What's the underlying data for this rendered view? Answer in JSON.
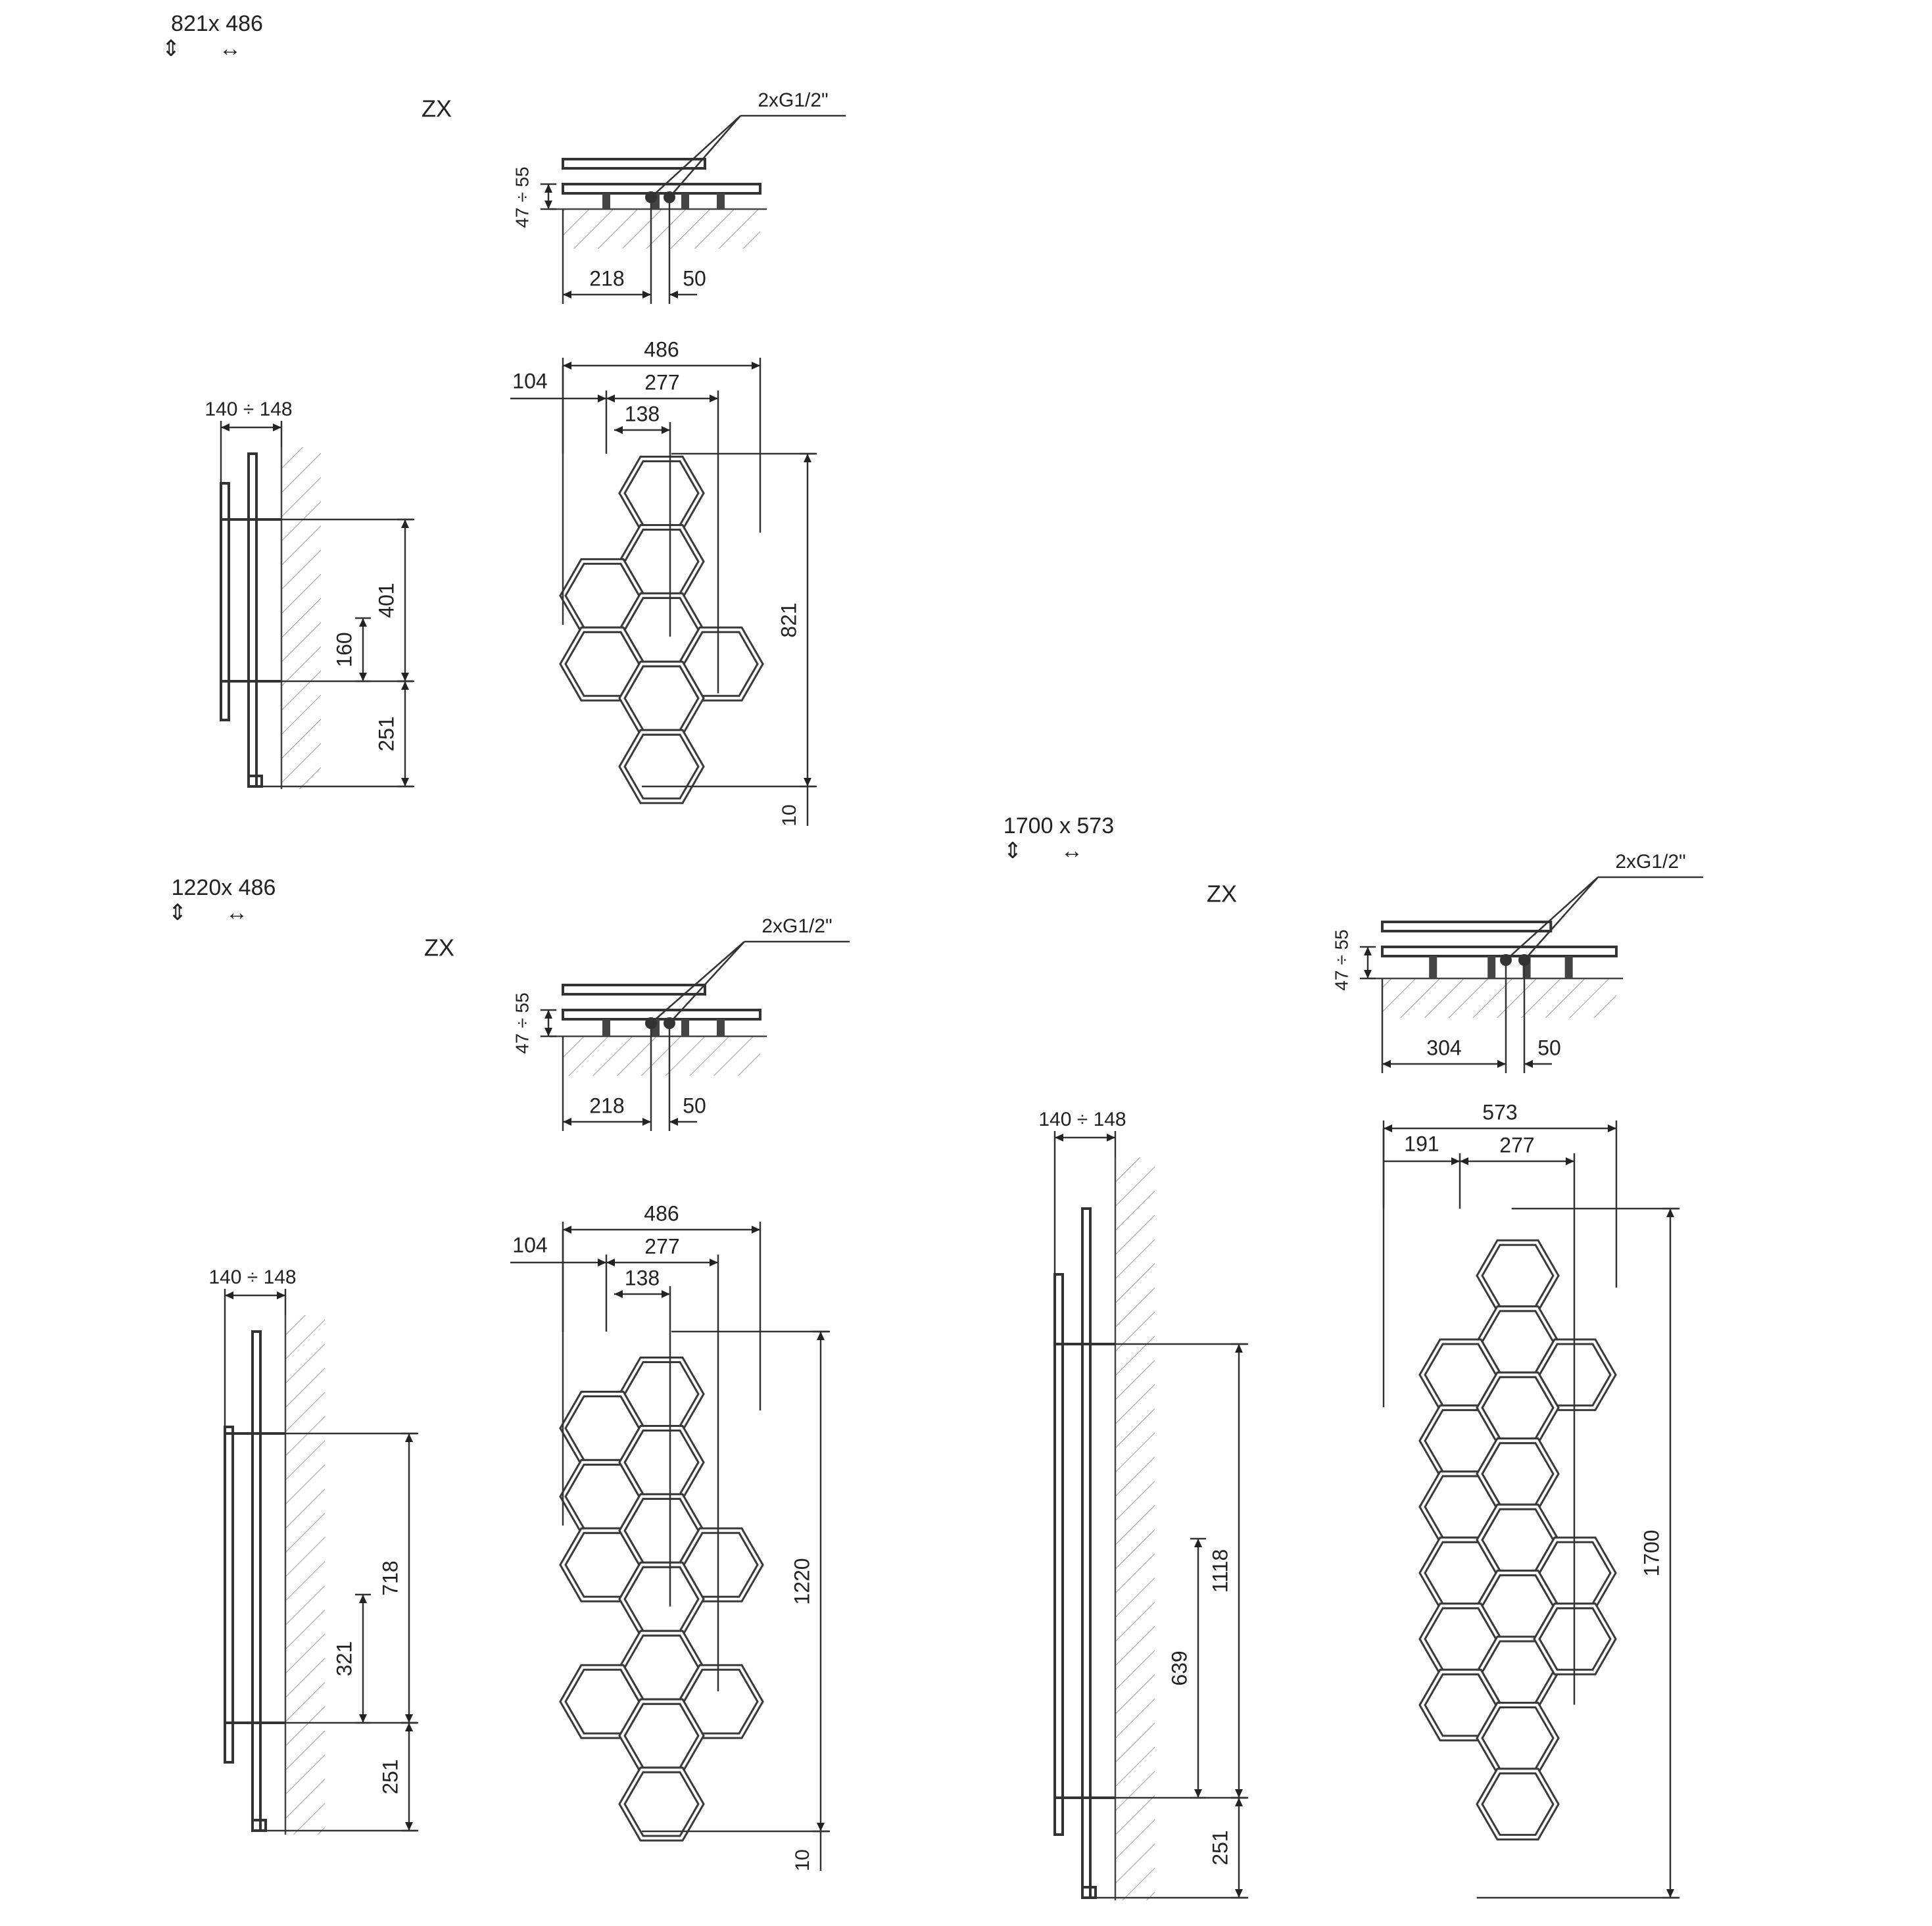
{
  "variants": [
    {
      "size_label": "821x 486",
      "height_symbol": "⇕",
      "width_symbol": "↔",
      "connection_code": "ZX",
      "thread_label": "2xG1/2\"",
      "depth_range": "47 ÷ 55",
      "side_depth": "140 ÷ 148",
      "top_offset_left": "218",
      "top_offset_right": "50",
      "width": "486",
      "offset_left": "104",
      "spacing": "277",
      "half_spacing": "138",
      "height": "821",
      "bracket_spacing_upper": "401",
      "bracket_spacing_lower": "160",
      "bottom_bracket_height": "251",
      "floor_gap": "10"
    },
    {
      "size_label": "1220x 486",
      "height_symbol": "⇕",
      "width_symbol": "↔",
      "connection_code": "ZX",
      "thread_label": "2xG1/2\"",
      "depth_range": "47 ÷ 55",
      "side_depth": "140 ÷ 148",
      "top_offset_left": "218",
      "top_offset_right": "50",
      "width": "486",
      "offset_left": "104",
      "spacing": "277",
      "half_spacing": "138",
      "height": "1220",
      "bracket_spacing_upper": "718",
      "bracket_spacing_lower": "321",
      "bottom_bracket_height": "251",
      "floor_gap": "10"
    },
    {
      "size_label": "1700 x 573",
      "height_symbol": "⇕",
      "width_symbol": "↔",
      "connection_code": "ZX",
      "thread_label": "2xG1/2\"",
      "depth_range": "47 ÷ 55",
      "side_depth": "140 ÷ 148",
      "top_offset_left": "304",
      "top_offset_right": "50",
      "width": "573",
      "offset_left": "191",
      "spacing": "277",
      "height": "1700",
      "bracket_spacing_upper": "1118",
      "bracket_spacing_lower": "639",
      "bottom_bracket_height": "251"
    }
  ]
}
